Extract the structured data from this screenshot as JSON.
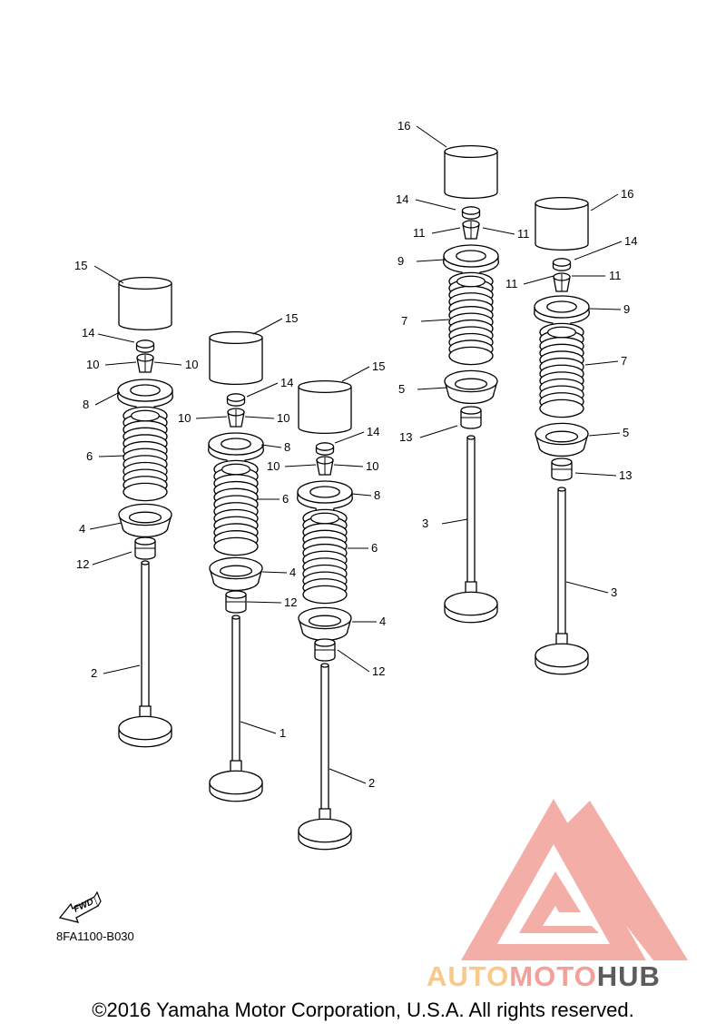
{
  "diagram_code": "8FA1100-B030",
  "copyright": "©2016 Yamaha Motor Corporation, U.S.A. All rights reserved.",
  "fwd_label": "FWD",
  "watermark": {
    "parts": [
      "AUTO",
      "MOTO",
      "HUB"
    ],
    "colors": [
      "#F9C98A",
      "#F3A09A",
      "#5C5C5C"
    ],
    "logo_color": "#F3A09A"
  },
  "callouts": {
    "c1": "1",
    "c2a": "2",
    "c2b": "2",
    "c3a": "3",
    "c3b": "3",
    "c4a": "4",
    "c4b": "4",
    "c4c": "4",
    "c5a": "5",
    "c5b": "5",
    "c6a": "6",
    "c6b": "6",
    "c6c": "6",
    "c7a": "7",
    "c7b": "7",
    "c8a": "8",
    "c8b": "8",
    "c8c": "8",
    "c9a": "9",
    "c9b": "9",
    "c10a": "10",
    "c10b": "10",
    "c10c": "10",
    "c10d": "10",
    "c10e": "10",
    "c10f": "10",
    "c11a": "11",
    "c11b": "11",
    "c11c": "11",
    "c11d": "11",
    "c12a": "12",
    "c12b": "12",
    "c12c": "12",
    "c13a": "13",
    "c13b": "13",
    "c14a": "14",
    "c14b": "14",
    "c14c": "14",
    "c14d": "14",
    "c14e": "14",
    "c15a": "15",
    "c15b": "15",
    "c15c": "15",
    "c16a": "16",
    "c16b": "16"
  }
}
